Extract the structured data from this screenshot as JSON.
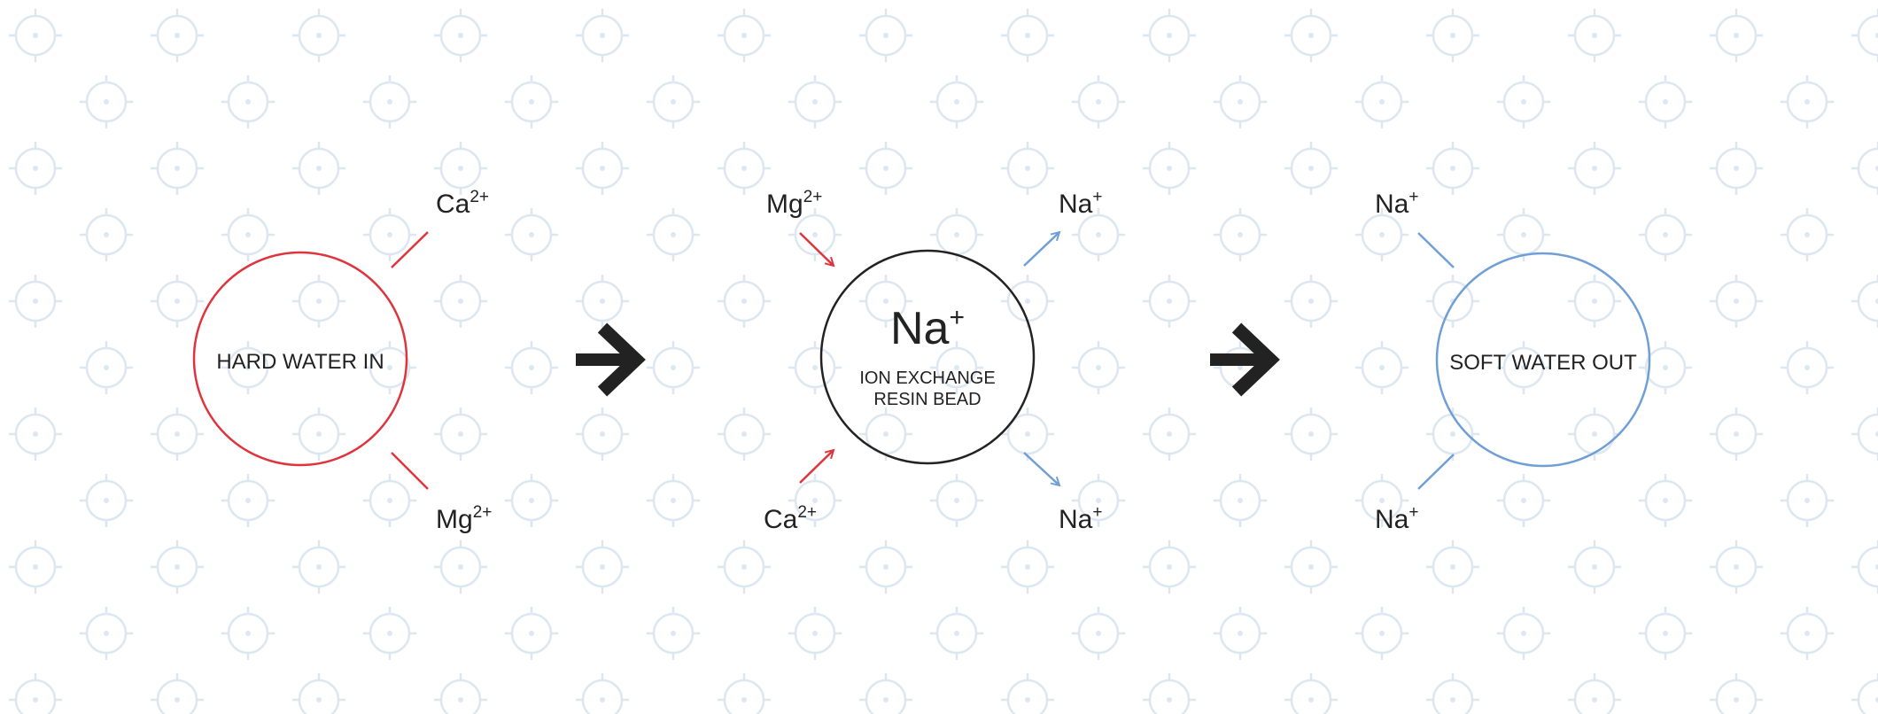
{
  "colors": {
    "hard": "#e0343c",
    "resin": "#222222",
    "soft": "#6f9fd6",
    "arrow": "#222222",
    "pattern": "#dde7f2"
  },
  "stages": {
    "hard_water": {
      "label": "HARD WATER IN",
      "ion_top": {
        "base": "Ca",
        "charge": "2+"
      },
      "ion_bottom": {
        "base": "Mg",
        "charge": "2+"
      }
    },
    "resin": {
      "center_ion": {
        "base": "Na",
        "charge": "+"
      },
      "label_line1": "ION EXCHANGE",
      "label_line2": "RESIN BEAD",
      "in_top": {
        "base": "Mg",
        "charge": "2+"
      },
      "in_bottom": {
        "base": "Ca",
        "charge": "2+"
      },
      "out_top": {
        "base": "Na",
        "charge": "+"
      },
      "out_bottom": {
        "base": "Na",
        "charge": "+"
      }
    },
    "soft_water": {
      "label": "SOFT WATER OUT",
      "ion_top": {
        "base": "Na",
        "charge": "+"
      },
      "ion_bottom": {
        "base": "Na",
        "charge": "+"
      }
    }
  }
}
